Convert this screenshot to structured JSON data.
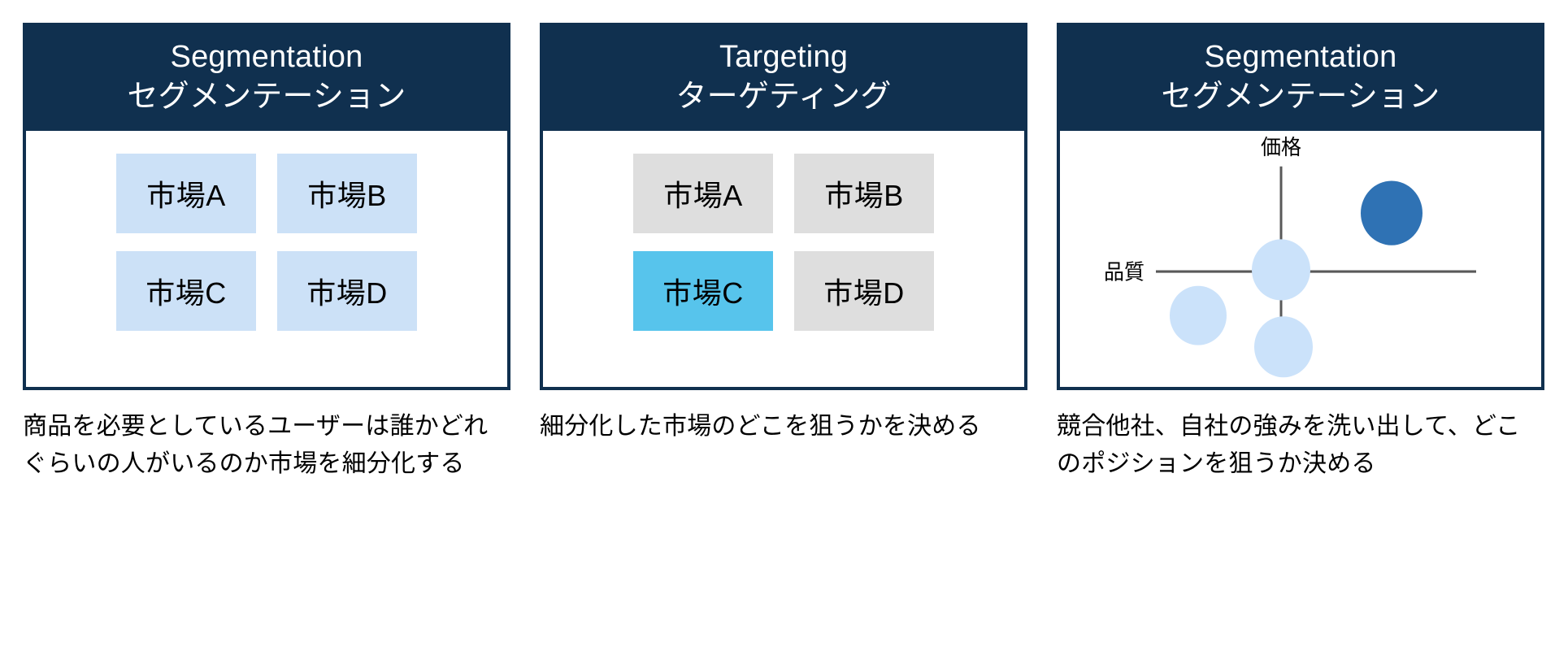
{
  "theme": {
    "header_bg": "#10304f",
    "card_border": "#10304f",
    "cell_blue": "#cce1f7",
    "cell_gray": "#dedede",
    "cell_cyan": "#57c4ec",
    "bubble_light": "#cbe2fa",
    "bubble_dark": "#2f72b4",
    "axis": "#595959",
    "text": "#000000"
  },
  "panels": [
    {
      "title_en": "Segmentation",
      "title_ja": "セグメンテーション",
      "body_type": "market-grid",
      "cells": [
        {
          "label": "市場A",
          "tone": "tone-blue",
          "selected": false
        },
        {
          "label": "市場B",
          "tone": "tone-blue",
          "selected": false
        },
        {
          "label": "市場C",
          "tone": "tone-blue",
          "selected": false
        },
        {
          "label": "市場D",
          "tone": "tone-blue",
          "selected": false
        }
      ],
      "caption": "商品を必要としているユーザーは誰かどれぐらいの人がいるのか市場を細分化する"
    },
    {
      "title_en": "Targeting",
      "title_ja": "ターゲティング",
      "body_type": "market-grid",
      "cells": [
        {
          "label": "市場A",
          "tone": "tone-gray",
          "selected": false
        },
        {
          "label": "市場B",
          "tone": "tone-gray",
          "selected": false
        },
        {
          "label": "市場C",
          "tone": "tone-cyan",
          "selected": true
        },
        {
          "label": "市場D",
          "tone": "tone-gray",
          "selected": false
        }
      ],
      "caption": "細分化した市場のどこを狙うかを決める"
    },
    {
      "title_en": "Segmentation",
      "title_ja": "セグメンテーション",
      "body_type": "positioning-map",
      "caption": "競合他社、自社の強みを洗い出して、どこのポジションを狙うか決める"
    }
  ],
  "chart_data": {
    "type": "scatter",
    "title": "",
    "xlabel": "品質",
    "ylabel": "価格",
    "xlim": [
      0,
      100
    ],
    "ylim": [
      0,
      100
    ],
    "grid": false,
    "legend": "none",
    "axis_style": "crosshair",
    "points": [
      {
        "name": "bubble-dark-upper-right",
        "x": 78,
        "y": 74,
        "r": 30,
        "color": "#2f72b4"
      },
      {
        "name": "bubble-light-center",
        "x": 50,
        "y": 50,
        "r": 30,
        "color": "#cbe2fa"
      },
      {
        "name": "bubble-light-lower-left",
        "x": 27,
        "y": 32,
        "r": 27,
        "color": "#cbe2fa"
      },
      {
        "name": "bubble-light-lower-center",
        "x": 45,
        "y": 20,
        "r": 28,
        "color": "#cbe2fa"
      }
    ]
  }
}
